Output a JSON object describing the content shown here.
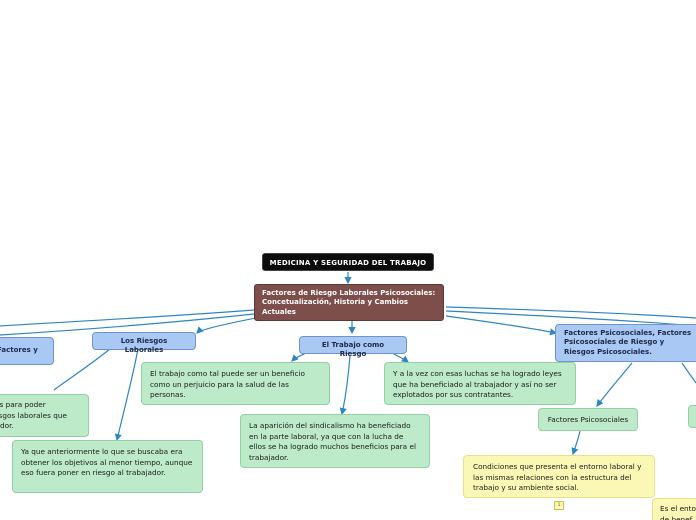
{
  "root": {
    "label": "MEDICINA Y SEGURIDAD DEL TRABAJO"
  },
  "main_topic": {
    "label": "Factores de Riesgo Laborales Psicosociales: Concetualización, Historia y Cambios Actuales"
  },
  "subtopics": {
    "left_cut": "Factores y",
    "riesgos": "Los Riesgos Laborales",
    "trabajo": "El Trabajo como Riesgo",
    "factores": "Factores Psicosociales, Factores Psicosociales de Riesgo y Riesgos Psicosociales."
  },
  "notes": {
    "left_cut": "cios para poder\nriesgos laborales que\najador.",
    "riesgos_1": "Ya que anteriormente lo que se buscaba era obtener los objetivos al menor tiempo, aunque eso fuera poner en riesgo al trabajador.",
    "trabajo_1": "El trabajo como tal puede ser un beneficio como un perjuicio para la salud de las personas.",
    "trabajo_2": "La aparición del sindicalismo ha beneficiado en la parte laboral, ya que con la lucha de ellos se ha logrado muchos beneficios para el trabajador.",
    "trabajo_3": "Y a la vez con esas luchas se ha logrado leyes que ha beneficiado al trabajador y así no ser explotados por sus contratantes."
  },
  "factores_psicosociales": {
    "label": "Factores Psicosociales",
    "definition": "Condiciones que presenta el entorno laboral y las mismas relaciones con la estructura del trabajo y su ambiente social.",
    "badge": "1",
    "cut_note": "Es el ento\nde benef"
  },
  "colors": {
    "root": "#0c0c0c",
    "main": "#7d4e4a",
    "subtopic": "#a9c8f3",
    "note": "#bdeac9",
    "definition": "#fbf7b5",
    "connector": "#2e86c1"
  }
}
